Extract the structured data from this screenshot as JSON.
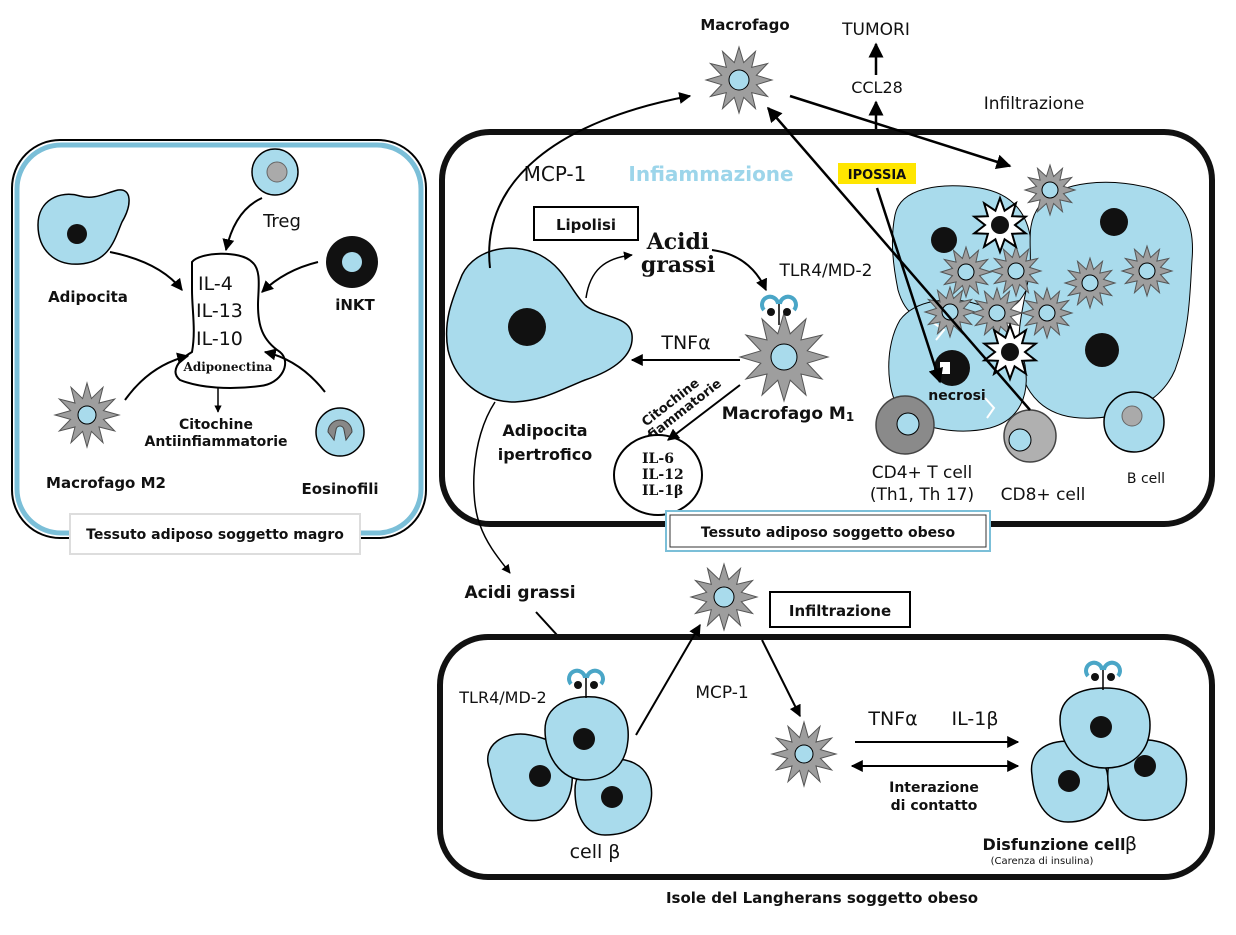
{
  "colors": {
    "cell_fill": "#a9dbec",
    "nucleus": "#111111",
    "macrophage_fill": "#9e9e9e",
    "tcell_fill": "#8a8a8a",
    "lean_panel_border": "#7bbfd8",
    "inflammation_text": "#9cd5ea",
    "hypoxia_fill": "#ffe600",
    "arrow": "#000000"
  },
  "lean_panel": {
    "caption": "Tessuto adiposo soggetto magro",
    "adipocyte_label": "Adipocita",
    "treg_label": "Treg",
    "inkt_label": "iNKT",
    "cytokines": [
      "IL-4",
      "IL-13",
      "IL-10"
    ],
    "adiponectin_label": "Adiponectina",
    "anti_inflammatory_line1": "Citochine",
    "anti_inflammatory_line2": "Antiinfiammatorie",
    "m2_label": "Macrofago M2",
    "eosinophils_label": "Eosinofili"
  },
  "obese_panel": {
    "caption": "Tessuto adiposo soggetto obeso",
    "mcp1_label": "MCP-1",
    "inflammation_label": "Infiammazione",
    "hypoxia_label": "IPOSSIA",
    "lipolysis_label": "Lipolisi",
    "fatty_acids_line1": "Acidi",
    "fatty_acids_line2": "grassi",
    "tlr4_label": "TLR4/MD-2",
    "tnfa_label": "TNFα",
    "hypertrophic_line1": "Adipocita",
    "hypertrophic_line2": "ipertrofico",
    "m1_label": "Macrofago M",
    "m1_subscript": "1",
    "inflammatory_cytokines_line1": "Citochine",
    "inflammatory_cytokines_line2": "infiammatorie",
    "cytokines": [
      "IL-6",
      "IL-12",
      "IL-1β"
    ],
    "necrosis_label": "necrosi",
    "cd4_line1": "CD4+ T cell",
    "cd4_line2": "(Th1, Th 17)",
    "cd8_label": "CD8+ cell",
    "bcell_label": "B cell"
  },
  "top": {
    "macrophage_label": "Macrofago",
    "tumors_label": "TUMORI",
    "ccl28_label": "CCL28",
    "infiltration_label": "Infiltrazione"
  },
  "middle": {
    "fatty_acids_label": "Acidi grassi",
    "infiltration_label": "Infiltrazione"
  },
  "islets_panel": {
    "caption": "Isole del Langherans soggetto obeso",
    "tlr4_label": "TLR4/MD-2",
    "mcp1_label": "MCP-1",
    "beta_cell_label": "cell β",
    "tnfa_label": "TNFα",
    "il1b_label": "IL-1β",
    "contact_line1": "Interazione",
    "contact_line2": "di contatto",
    "dysfunction_label": "Disfunzione cell",
    "dysfunction_beta": "β",
    "insulin_note": "(Carenza di insulina)"
  }
}
